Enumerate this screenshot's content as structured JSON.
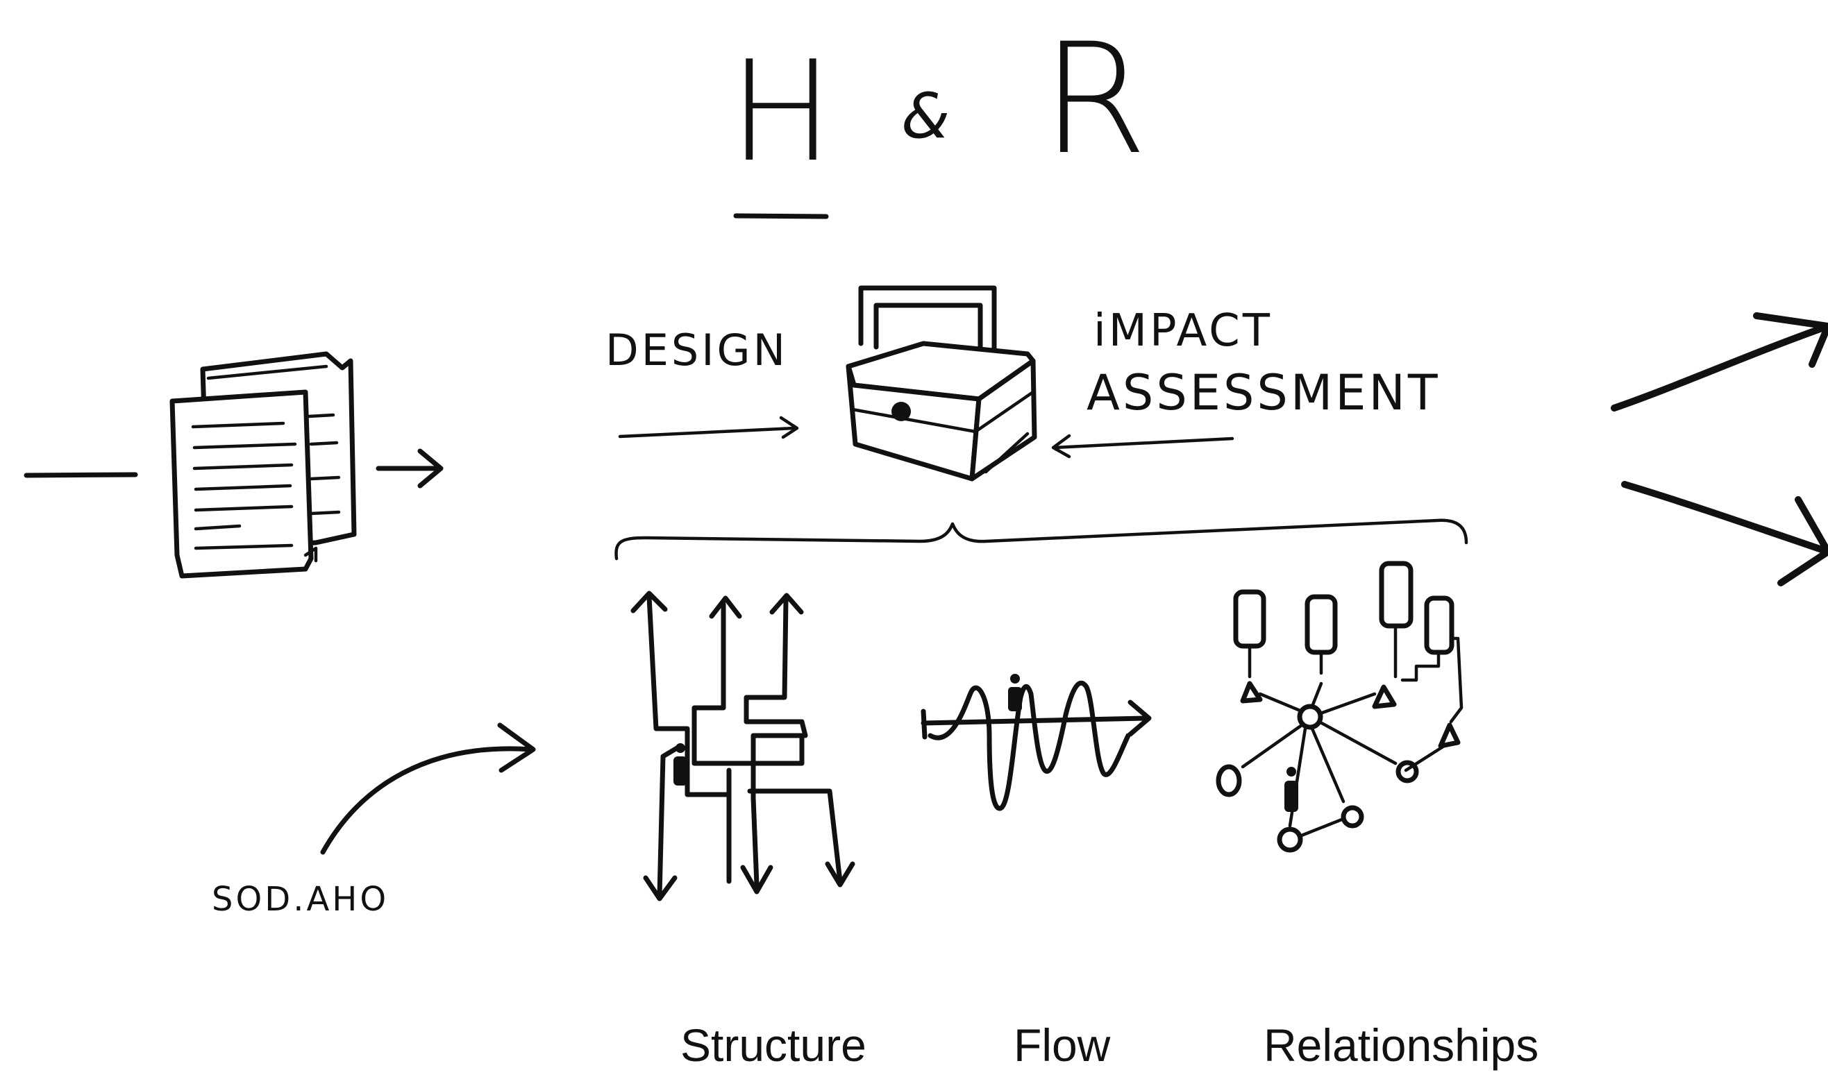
{
  "title": {
    "left": "H",
    "amp": "&",
    "right": "R"
  },
  "labels": {
    "design": "DESIGN",
    "impact_line1": "iMPACT",
    "impact_line2": "ASSESSMENT",
    "source": "SOD.AHO"
  },
  "captions": {
    "structure": "Structure",
    "flow": "Flow",
    "relationships": "Relationships"
  },
  "icons": {
    "documents": "documents-icon",
    "toolbox": "toolbox-icon",
    "structure": "structure-arrows-icon",
    "flow": "flow-wave-icon",
    "relationships": "network-graph-icon",
    "person": "person-icon"
  },
  "colors": {
    "ink": "#111111",
    "background": "#ffffff"
  }
}
